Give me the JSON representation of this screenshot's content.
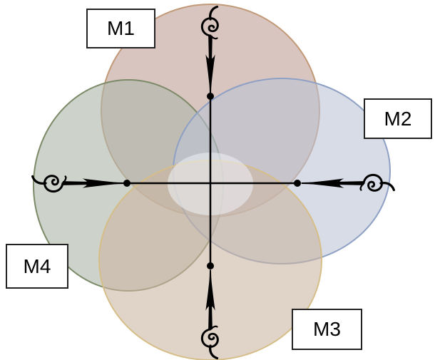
{
  "diagram": {
    "circles": [
      {
        "id": "M1",
        "label": "M1",
        "fill": "#cbaea6",
        "stroke": "#c29a78"
      },
      {
        "id": "M2",
        "label": "M2",
        "fill": "#c0c6d6",
        "stroke": "#8ea0c4"
      },
      {
        "id": "M3",
        "label": "M3",
        "fill": "#cbb5a2",
        "stroke": "#d6be88"
      },
      {
        "id": "M4",
        "label": "M4",
        "fill": "#b7beb3",
        "stroke": "#7c8a68"
      }
    ],
    "center_highlight": "#e9f0f4",
    "axis_color": "#000000",
    "ornament": "spiral-scroll-icon"
  }
}
